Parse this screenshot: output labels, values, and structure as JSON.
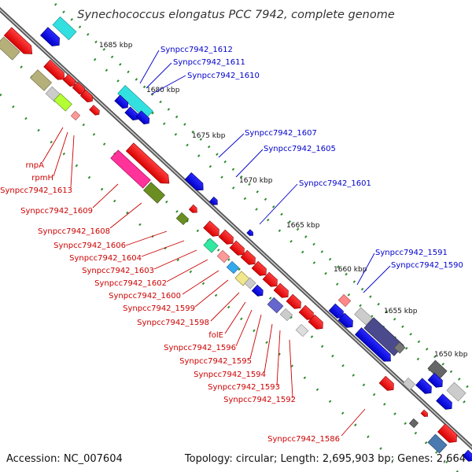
{
  "title": "Synechococcus elongatus PCC 7942, complete genome",
  "footer": {
    "accession": "Accession: NC_007604",
    "topology": "Topology: circular; Length: 2,695,903 bp; Genes: 2,664"
  },
  "scale_marks": [
    "1685 kbp",
    "1680 kbp",
    "1675 kbp",
    "1670 kbp",
    "1665 kbp",
    "1660 kbp",
    "1655 kbp",
    "1650 kbp"
  ],
  "gene_labels_top": [
    "Synpcc7942_1612",
    "Synpcc7942_1611",
    "Synpcc7942_1610",
    "Synpcc7942_1607",
    "Synpcc7942_1605",
    "Synpcc7942_1601",
    "Synpcc7942_1591",
    "Synpcc7942_1590"
  ],
  "gene_labels_bottom": [
    "rnpA",
    "rpmH",
    "Synpcc7942_1613",
    "Synpcc7942_1609",
    "Synpcc7942_1608",
    "Synpcc7942_1606",
    "Synpcc7942_1604",
    "Synpcc7942_1603",
    "Synpcc7942_1602",
    "Synpcc7942_1600",
    "Synpcc7942_1599",
    "Synpcc7942_1598",
    "folE",
    "Synpcc7942_1596",
    "Synpcc7942_1595",
    "Synpcc7942_1594",
    "Synpcc7942_1593",
    "Synpcc7942_1592",
    "Synpcc7942_1586"
  ],
  "colors": {
    "backbone": "#8a8a8a",
    "top_label": "#0000cc",
    "bottom_label": "#cc0000",
    "tick": "#2e8b2e"
  }
}
